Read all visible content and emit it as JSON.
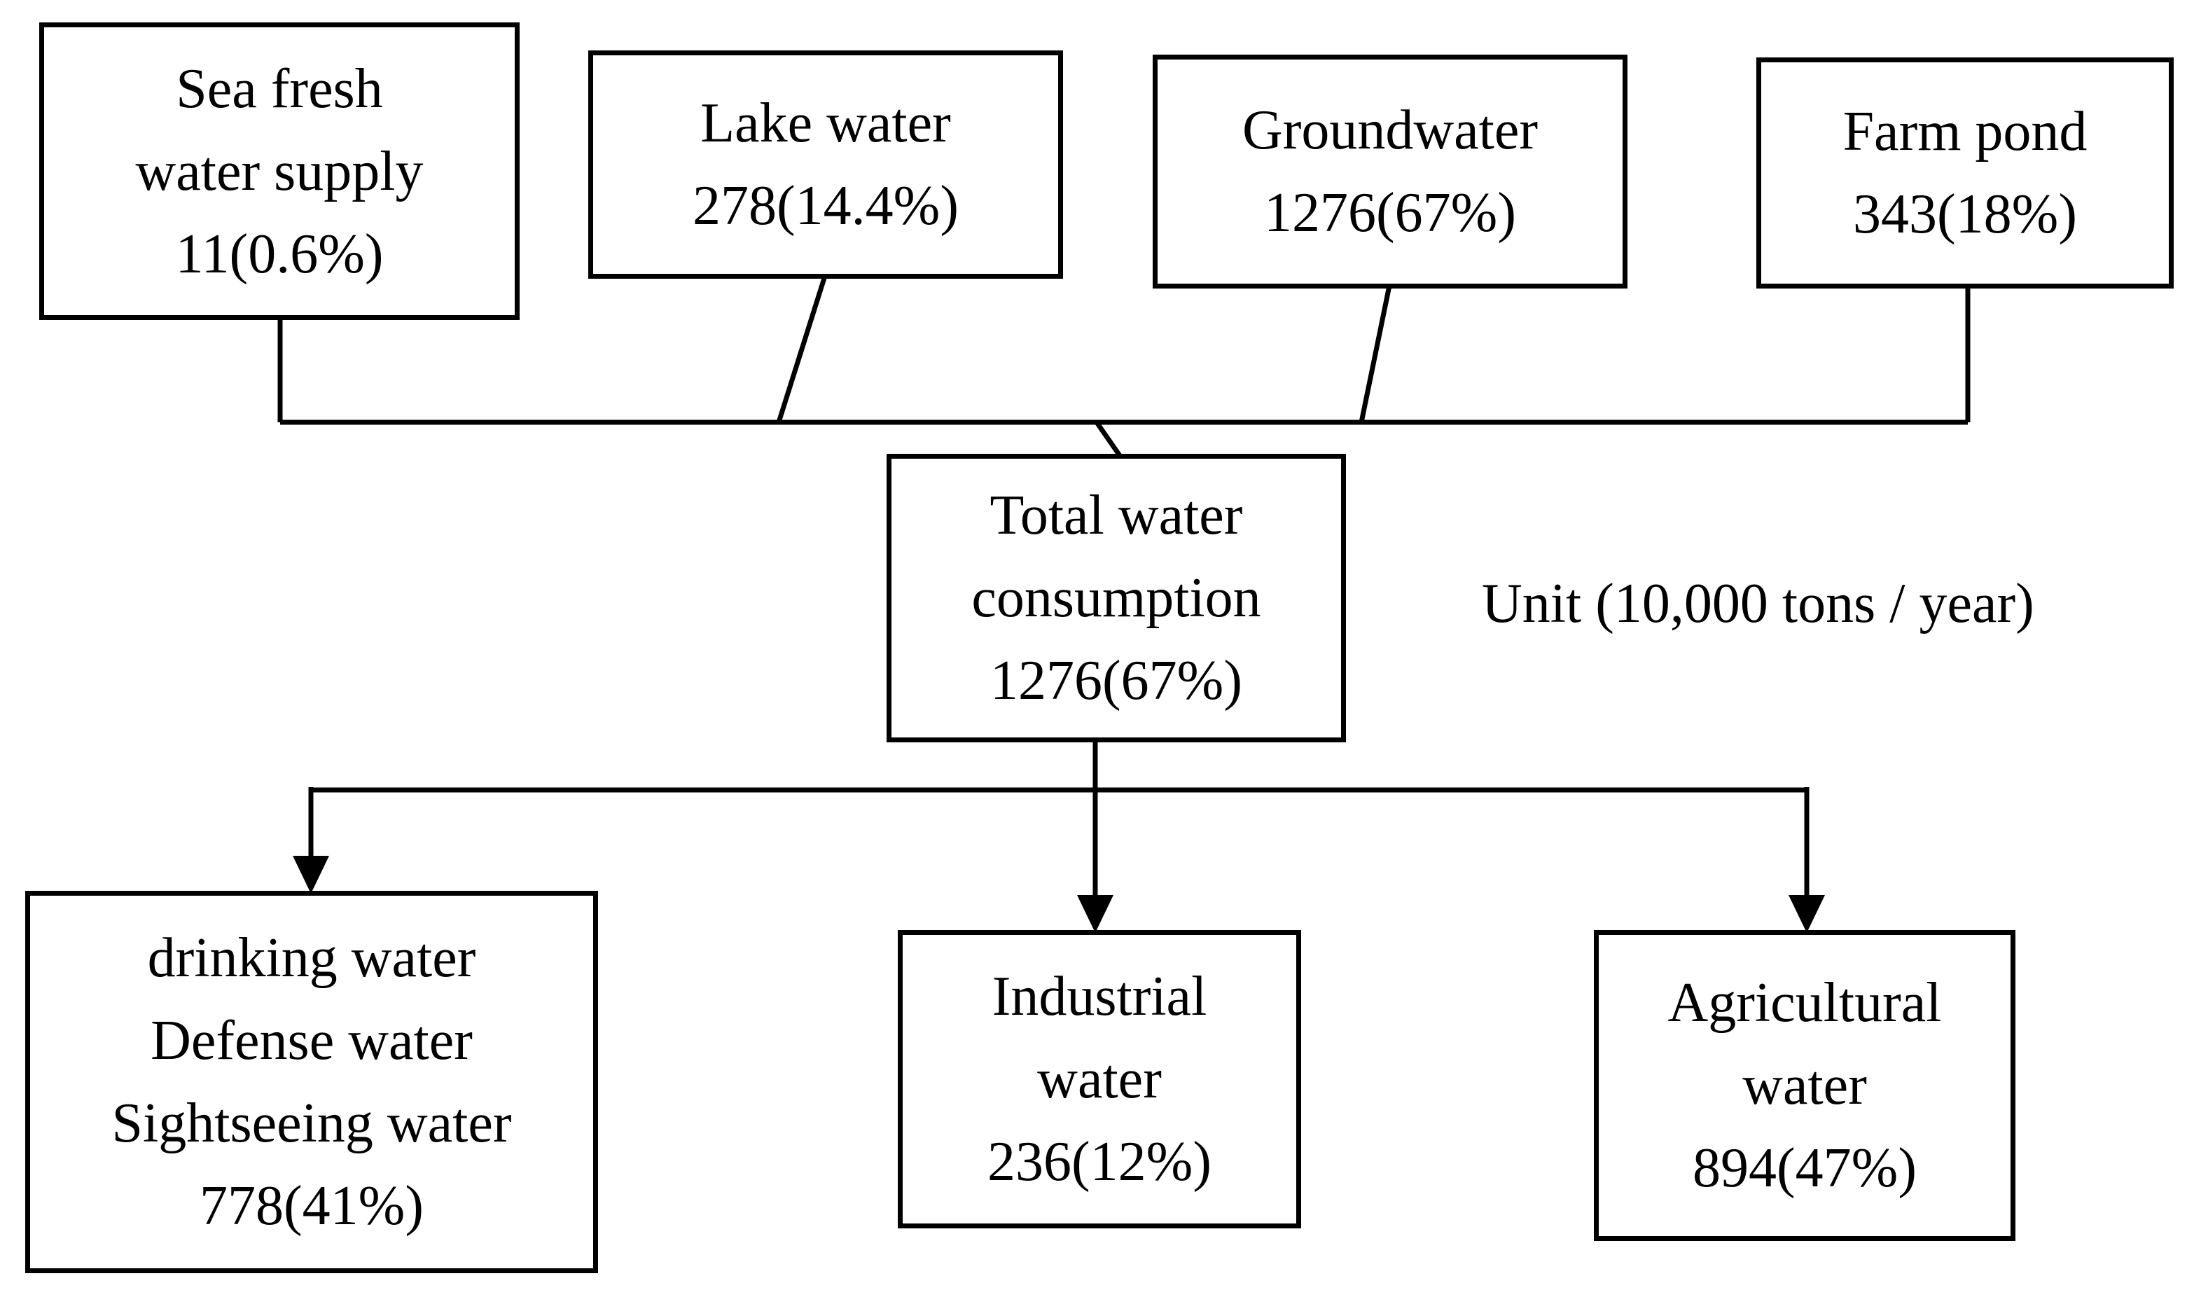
{
  "sources": [
    {
      "lines": [
        "Sea fresh",
        "water supply",
        "11(0.6%)"
      ]
    },
    {
      "lines": [
        "Lake water",
        "278(14.4%)"
      ]
    },
    {
      "lines": [
        "Groundwater",
        "1276(67%)"
      ]
    },
    {
      "lines": [
        "Farm pond",
        "343(18%)"
      ]
    }
  ],
  "total": {
    "lines": [
      "Total water",
      "consumption",
      "1276(67%)"
    ]
  },
  "unit_label": "Unit (10,000 tons / year)",
  "uses": [
    {
      "lines": [
        "drinking water",
        "Defense water",
        "Sightseeing water",
        "778(41%)"
      ]
    },
    {
      "lines": [
        "Industrial",
        "water",
        "236(12%)"
      ]
    },
    {
      "lines": [
        "Agricultural",
        "water",
        "894(47%)"
      ]
    }
  ]
}
